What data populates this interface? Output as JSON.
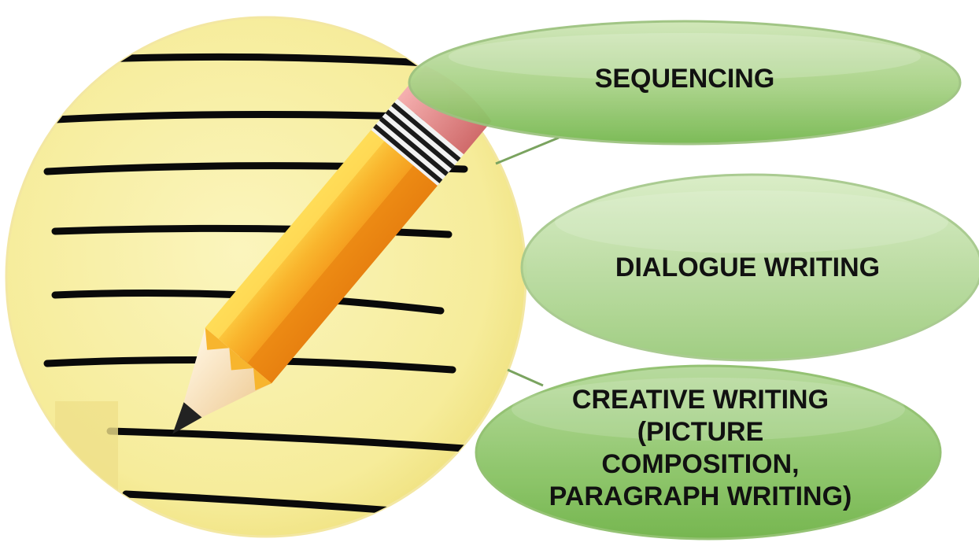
{
  "diagram": {
    "items": [
      {
        "label": "SEQUENCING"
      },
      {
        "label": "DIALOGUE WRITING"
      },
      {
        "label": "CREATIVE WRITING\n(PICTURE\nCOMPOSITION,\nPARAGRAPH WRITING)"
      }
    ],
    "image": {
      "icon": "pencil-on-notepad-icon"
    },
    "colors": {
      "paper": "#f7efa0",
      "paper_edge": "#e9dc76",
      "ink_lines": "#0a0a0a",
      "pencil_body": "#f5a623",
      "pencil_dark": "#e8880f",
      "pencil_light": "#ffd44a",
      "eraser": "#e58a8a",
      "bubble_fill_top": "#c9e2ad",
      "bubble_fill_bottom": "#7cbf55",
      "bubble_stroke": "#8fb874",
      "connector": "#7aa35f"
    }
  }
}
